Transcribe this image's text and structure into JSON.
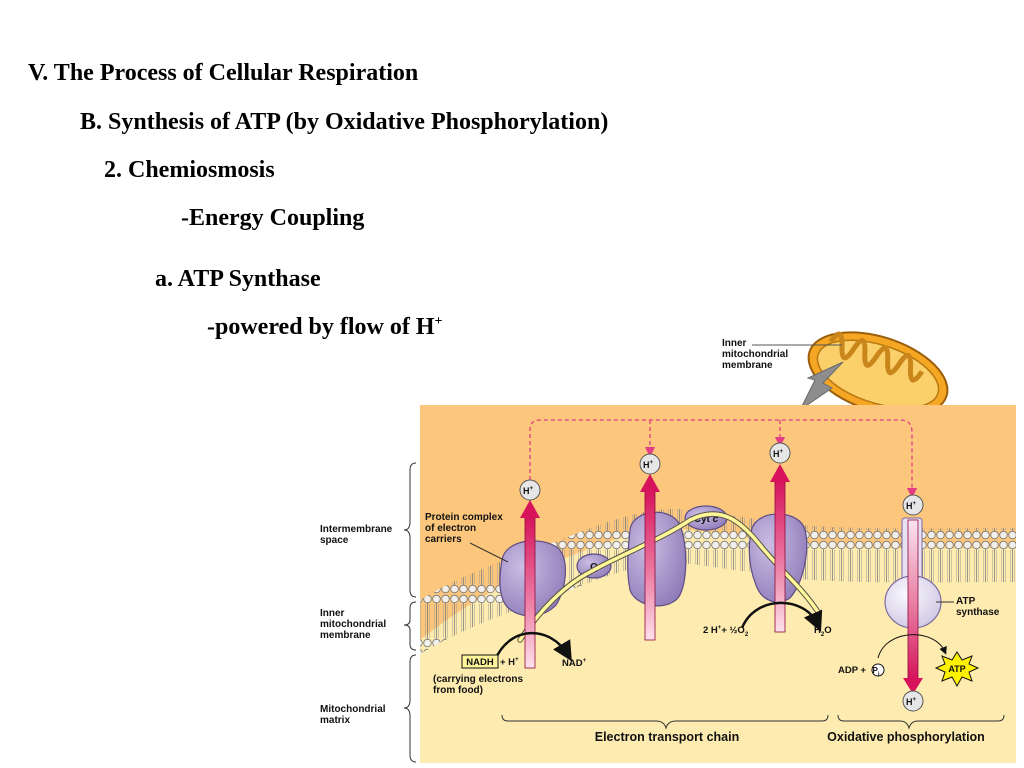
{
  "slide": {
    "heading1": "V. The Process of Cellular Respiration",
    "heading2": "B. Synthesis of ATP (by Oxidative Phosphorylation)",
    "heading3": "2. Chemiosmosis",
    "heading4": "-Energy Coupling",
    "heading5": "a. ATP Synthase",
    "heading6_main": "-powered by flow of H",
    "heading6_sup": "+"
  },
  "diagram": {
    "inner_membrane_callout": [
      "Inner",
      "mitochondrial",
      "membrane"
    ],
    "regions": {
      "intermembrane": [
        "Intermembrane",
        "space"
      ],
      "inner_membrane": [
        "Inner",
        "mitochondrial",
        "membrane"
      ],
      "matrix": [
        "Mitochondrial",
        "matrix"
      ]
    },
    "protein_complex": [
      "Protein complex",
      "of electron",
      "carriers"
    ],
    "q_label": "Q",
    "cyt_label": "Cyt",
    "cyt_italic": "c",
    "h_ion": "H",
    "h_sup": "+",
    "nadh": "NADH",
    "nadh_plus_h": "+ H",
    "nad_plus": "NAD",
    "carrying": [
      "(carrying electrons",
      "from food)"
    ],
    "two_h_plus": "2 H",
    "half_o2": "+ ½O",
    "o2_sub": "2",
    "h2o_h": "H",
    "h2o_sub": "2",
    "h2o_o": "O",
    "atp_synthase": [
      "ATP",
      "synthase"
    ],
    "adp": "ADP +",
    "pi_circle": "P",
    "pi_sub": "i",
    "atp": "ATP",
    "etc_label": "Electron transport chain",
    "oxphos_label": "Oxidative phosphorylation",
    "colors": {
      "intermembrane": "#fcc77c",
      "matrix": "#fdebb0",
      "protein": "#ab9acb",
      "arrow_red": "#d6135b",
      "electron_path": "#fff79a",
      "mitochondrion": "#f5a623"
    }
  }
}
